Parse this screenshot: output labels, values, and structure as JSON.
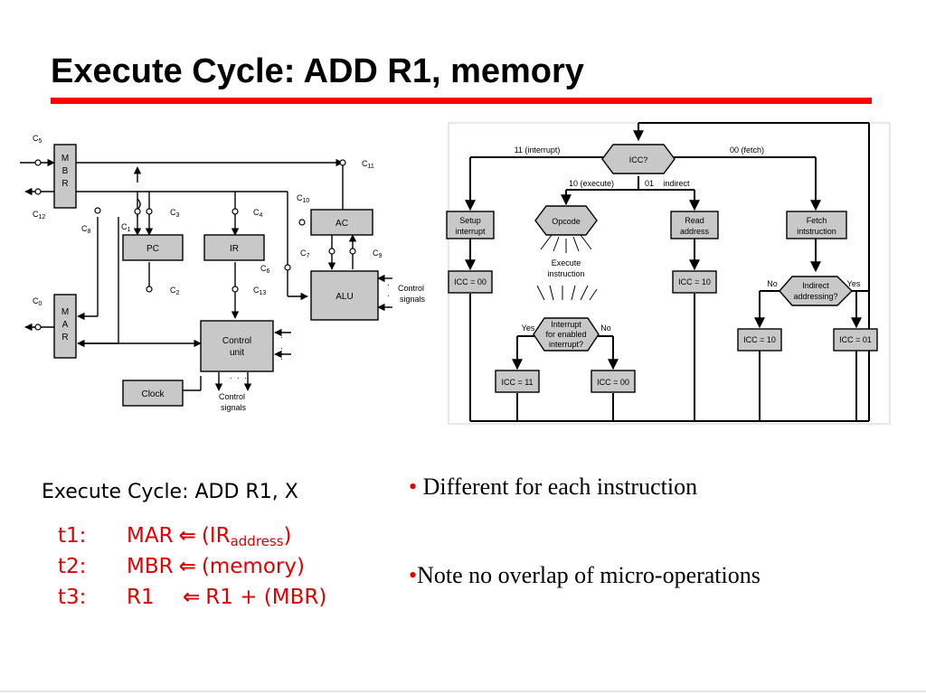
{
  "slide": {
    "title": "Execute Cycle: ADD R1, memory"
  },
  "cpu_diagram": {
    "registers": {
      "mbr": [
        "M",
        "B",
        "R"
      ],
      "mar": [
        "M",
        "A",
        "R"
      ],
      "pc": "PC",
      "ir": "IR",
      "ac": "AC",
      "alu": "ALU",
      "control_unit": [
        "Control",
        "unit"
      ],
      "clock": "Clock"
    },
    "control_points": [
      "C",
      "5",
      "11",
      "12",
      "8",
      "1",
      "3",
      "4",
      "10",
      "7",
      "9",
      "6",
      "2",
      "13",
      "0"
    ],
    "control_signals_right": [
      "Control",
      "signals"
    ],
    "control_signals_bottom": [
      "Control",
      "signals"
    ],
    "dots": "·"
  },
  "flowchart": {
    "icc_decision": "ICC?",
    "branch_interrupt": "11 (interrupt)",
    "branch_fetch": "00 (fetch)",
    "branch_execute": "10 (execute)",
    "branch_indirect_num": "01",
    "branch_indirect": "indirect",
    "setup_interrupt": [
      "Setup",
      "interrupt"
    ],
    "opcode": "Opcode",
    "execute_instruction": [
      "Execute",
      "instruction"
    ],
    "read_address": [
      "Read",
      "address"
    ],
    "fetch_instruction": [
      "Fetch",
      "intstruction"
    ],
    "icc_00_a": "ICC = 00",
    "icc_10_a": "ICC = 10",
    "indirect_addressing": [
      "Indirect",
      "addressing?"
    ],
    "no": "No",
    "yes": "Yes",
    "icc_10_b": "ICC = 10",
    "icc_01": "ICC = 01",
    "interrupt_enabled": [
      "Interrupt",
      "for enabled",
      "interrupt?"
    ],
    "icc_11": "ICC = 11",
    "icc_00_b": "ICC = 00"
  },
  "rtl": {
    "heading": "Execute Cycle: ADD R1, X",
    "steps": [
      {
        "label": "t1:",
        "dest": "MAR",
        "src_prefix": "(IR",
        "src_sub": "address",
        "src_suffix": ")"
      },
      {
        "label": "t2:",
        "dest": "MBR",
        "src_prefix": "(memory)",
        "src_sub": "",
        "src_suffix": ""
      },
      {
        "label": "t3:",
        "dest": "R1",
        "src_prefix": "R1 + (MBR)",
        "src_sub": "",
        "src_suffix": ""
      }
    ],
    "arrow_glyph": "⇐"
  },
  "bullets": [
    {
      "marker": "•",
      "text": " Different for each instruction"
    },
    {
      "marker": "•",
      "text": "Note no overlap of micro-operations"
    }
  ],
  "colors": {
    "title_rule": "#ff0000",
    "rtl_text": "#e00000",
    "box_fill": "#c8c8c8"
  }
}
